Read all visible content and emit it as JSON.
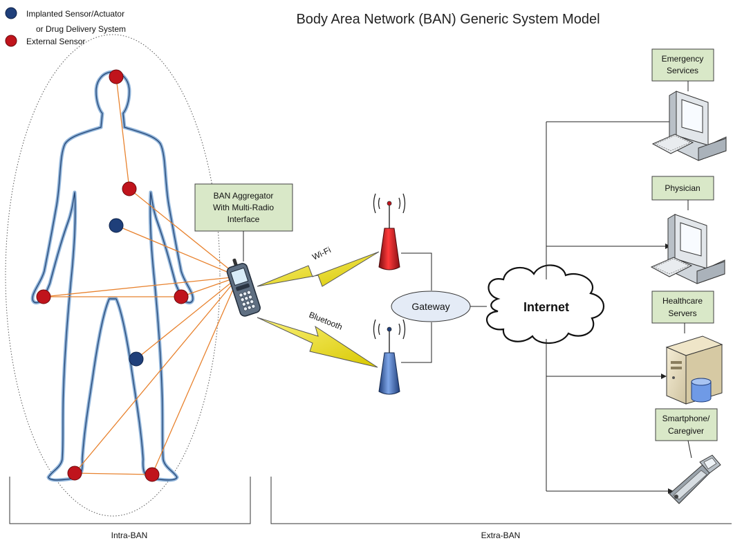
{
  "title": "Body Area Network (BAN) Generic System Model",
  "legend": {
    "implanted": "Implanted Sensor/Actuator",
    "implanted_line2": "or Drug Delivery System",
    "external": "External Sensor"
  },
  "aggregator": {
    "line1": "BAN Aggregator",
    "line2": "With Multi-Radio",
    "line3": "Interface"
  },
  "links": {
    "wifi": "Wi-Fi",
    "bluetooth": "Bluetooth"
  },
  "gateway": "Gateway",
  "internet": "Internet",
  "endpoints": {
    "emergency_line1": "Emergency",
    "emergency_line2": "Services",
    "physician": "Physician",
    "healthcare_line1": "Healthcare",
    "healthcare_line2": "Servers",
    "smartphone_line1": "Smartphone/",
    "smartphone_line2": "Caregiver"
  },
  "sections": {
    "intra": "Intra-BAN",
    "extra": "Extra-BAN"
  },
  "colors": {
    "implanted": "#1f3f7a",
    "external": "#c0141c",
    "link_line": "#e8822e",
    "body_outline": "#8fb3d9",
    "green_box": "#d9e8c8",
    "gateway_fill": "#e4ebf6"
  }
}
